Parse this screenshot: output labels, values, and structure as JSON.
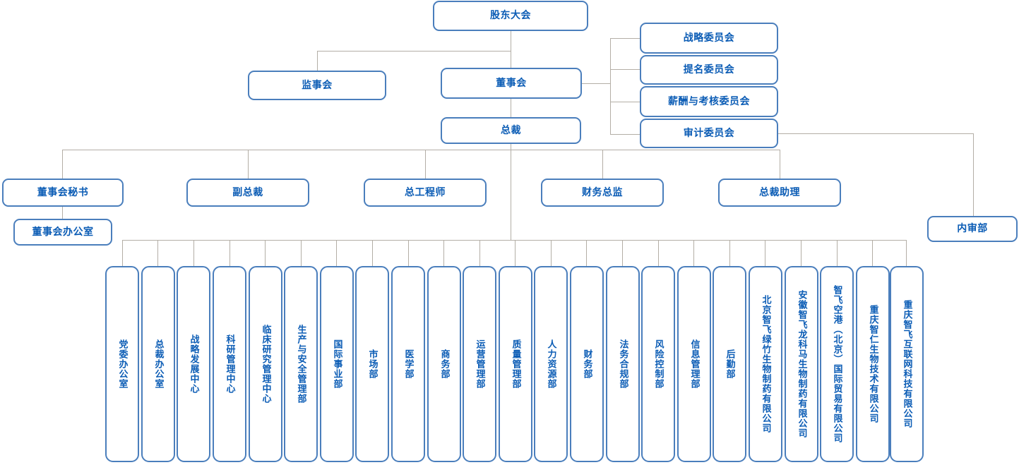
{
  "colors": {
    "box_border": "#4a7ebc",
    "text": "#0b5cb5",
    "connector": "#b3aea6",
    "background": "#ffffff"
  },
  "top": {
    "shareholders_meeting": "股东大会"
  },
  "governance": {
    "supervisory_board": "监事会",
    "board_of_directors": "董事会",
    "president": "总裁"
  },
  "committees": [
    {
      "label": "战略委员会"
    },
    {
      "label": "提名委员会"
    },
    {
      "label": "薪酬与考核委员会"
    },
    {
      "label": "审计委员会"
    }
  ],
  "executives": [
    {
      "label": "董事会秘书"
    },
    {
      "label": "副总裁"
    },
    {
      "label": "总工程师"
    },
    {
      "label": "财务总监"
    },
    {
      "label": "总裁助理"
    }
  ],
  "board_office": "董事会办公室",
  "internal_audit": "内审部",
  "departments": [
    {
      "label": "党委办公室"
    },
    {
      "label": "总裁办公室"
    },
    {
      "label": "战略发展中心"
    },
    {
      "label": "科研管理中心"
    },
    {
      "label": "临床研究管理中心"
    },
    {
      "label": "生产与安全管理部"
    },
    {
      "label": "国际事业部"
    },
    {
      "label": "市场部"
    },
    {
      "label": "医学部"
    },
    {
      "label": "商务部"
    },
    {
      "label": "运营管理部"
    },
    {
      "label": "质量管理部"
    },
    {
      "label": "人力资源部"
    },
    {
      "label": "财务部"
    },
    {
      "label": "法务合规部"
    },
    {
      "label": "风险控制部"
    },
    {
      "label": "信息管理部"
    },
    {
      "label": "后勤部"
    },
    {
      "label": "北京智飞绿竹生物制药有限公司"
    },
    {
      "label": "安徽智飞龙科马生物制药有限公司"
    },
    {
      "label": "智飞空港（北京）国际贸易有限公司"
    },
    {
      "label": "重庆智仁生物技术有限公司"
    },
    {
      "label": "重庆智飞互联网科技有限公司"
    }
  ]
}
